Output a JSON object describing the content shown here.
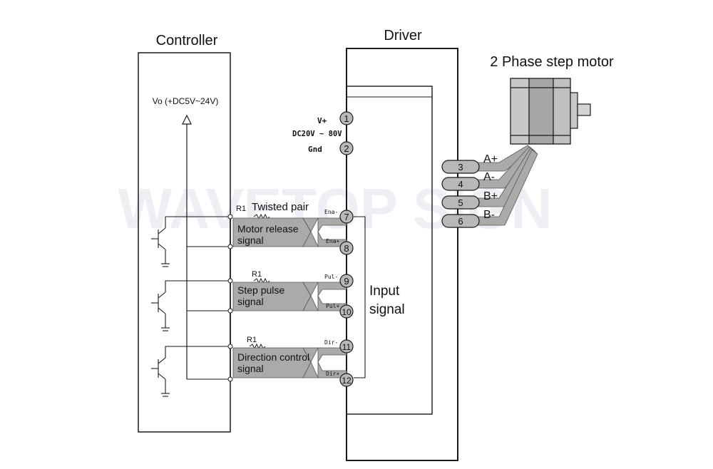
{
  "titles": {
    "controller": "Controller",
    "driver": "Driver",
    "motor": "2 Phase step motor"
  },
  "controller": {
    "supply": "Vo (+DC5V~24V)"
  },
  "driver": {
    "power": {
      "vplus": "V+",
      "range": "DC20V ~ 80V",
      "gnd": "Gnd"
    },
    "input_signal": [
      "Input",
      "signal"
    ],
    "twisted_pair": "Twisted pair"
  },
  "signals": [
    {
      "resistor": "R1",
      "label_lines": [
        "Motor release",
        "signal"
      ],
      "neg": "Ena-",
      "pos": "Ena+",
      "pin_neg": "7",
      "pin_pos": "8"
    },
    {
      "resistor": "R1",
      "label_lines": [
        "Step pulse",
        "signal"
      ],
      "neg": "Pul-",
      "pos": "Pul+",
      "pin_neg": "9",
      "pin_pos": "10"
    },
    {
      "resistor": "R1",
      "label_lines": [
        "Direction control",
        "signal"
      ],
      "neg": "Dir-",
      "pos": "Dir+",
      "pin_neg": "11",
      "pin_pos": "12"
    }
  ],
  "power_pins": [
    "1",
    "2"
  ],
  "motor_pins": [
    {
      "pin": "3",
      "label": "A+"
    },
    {
      "pin": "4",
      "label": "A-"
    },
    {
      "pin": "5",
      "label": "B+"
    },
    {
      "pin": "6",
      "label": "B-"
    }
  ],
  "watermark": "WAVETOP SIGN",
  "colors": {
    "cable": "#a9aba8",
    "pin": "#b8b9b7",
    "line": "#1a1a1a"
  }
}
